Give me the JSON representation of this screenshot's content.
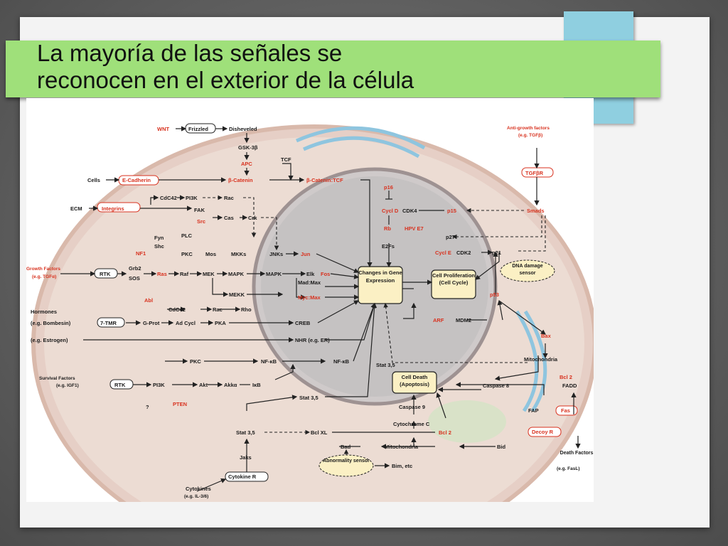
{
  "slide": {
    "title_line1": "La mayoría de las señales se",
    "title_line2": "reconocen en el exterior de la célula"
  },
  "colors": {
    "title_band": "#9fe07a",
    "accent": "#8fcfe0",
    "cell_membrane": "#e9cfc3",
    "nucleus": "#c9c9c9",
    "red_label": "#d8321f",
    "highlight_box": "#fbf0c4"
  },
  "diagram": {
    "nodes": {
      "wnt": "WNT",
      "frizzled": "Frizzled",
      "disheveled": "Disheveled",
      "gsk3b": "GSK-3β",
      "apc": "APC",
      "cells": "Cells",
      "ecadherin": "E-Cadherin",
      "bcatenin": "β-Catenin",
      "tcf": "TCF",
      "bcatenin_tcf": "β-Catenin:TCF",
      "anti_growth": "Anti-growth factors",
      "anti_growth_eg": "(e.g. TGFβ)",
      "tgfbr": "TGFβR",
      "ecm": "ECM",
      "integrins": "Integrins",
      "cdc42_top": "CdC42",
      "pi3k_top": "PI3K",
      "rac_top": "Rac",
      "fak": "FAK",
      "src": "Src",
      "cas": "Cas",
      "crk": "Crk",
      "p16": "p16",
      "cycld": "Cycl D",
      "cdk4": "CDK4",
      "p15": "p15",
      "smads": "Smads",
      "rb": "Rb",
      "hpv": "HPV E7",
      "e2fs": "E2Fs",
      "p27": "p27",
      "fyn": "Fyn",
      "shc": "Shc",
      "plc": "PLC",
      "nf1": "NF1",
      "pkc_top": "PKC",
      "mos": "Mos",
      "mkks": "MKKs",
      "jnks": "JNKs",
      "jun": "Jun",
      "cycle": "Cycl E",
      "cdk2": "CDK2",
      "p21": "p21",
      "growth_factors": "Growth Factors",
      "growth_eg": "(e.g. TGFα)",
      "rtk": "RTK",
      "grb2": "Grb2",
      "sos": "SOS",
      "ras": "Ras",
      "raf": "Raf",
      "mek": "MEK",
      "mapk1": "MAPK",
      "mapk2": "MAPK",
      "elk": "Elk",
      "fos": "Fos",
      "mad_max": "Mad:Max",
      "myc_max": "Myc:Max",
      "mekk": "MEKK",
      "changes": "Changes in Gene Expression",
      "cell_prolif": "Cell Proliferation (Cell Cycle)",
      "dna_damage": "DNA damage sensor",
      "p53": "p53",
      "abl": "Abl",
      "cdc42_mid": "CdC42",
      "rac_mid": "Rac",
      "rho": "Rho",
      "hormones": "Hormones",
      "bombesin": "(e.g. Bombesin)",
      "tmr": "7-TMR",
      "gprot": "G-Prot",
      "adcycl": "Ad Cycl",
      "pka": "PKA",
      "creb": "CREB",
      "arf": "ARF",
      "mdm2": "MDM2",
      "estrogen": "(e.g. Estrogen)",
      "nhr": "NHR (e.g. ER)",
      "bax": "Bax",
      "pkc_low": "PKC",
      "nfkb1": "NF-κB",
      "nfkb2": "NF-κB",
      "mitochondria_r": "Mitochondria",
      "survival": "Survival Factors",
      "igf1": "(e.g. IGF1)",
      "rtk2": "RTK",
      "pi3k_low": "PI3K",
      "akt": "Akt",
      "akka": "Akkα",
      "ikb": "IκB",
      "stat35_top": "Stat 3,5",
      "bcl2_r": "Bcl 2",
      "cell_death": "Cell Death (Apoptosis)",
      "caspase8": "Caspase 8",
      "fadd": "FADD",
      "question": "?",
      "pten": "PTEN",
      "stat35_mid": "Stat 3,5",
      "caspase9": "Caspase 9",
      "fap": "FAP",
      "fas": "Fas",
      "cytochrome": "Cytochrome C",
      "stat35_low": "Stat 3,5",
      "bclxl": "Bcl XL",
      "bcl2_low": "Bcl 2",
      "decoy": "Decoy R",
      "bad": "Bad",
      "mitochondria_low": "Mitochondria",
      "bid": "Bid",
      "death_factors": "Death Factors",
      "fasl": "(e.g. FasL)",
      "jaks": "Jaks",
      "abnormality": "Abnormality sensor",
      "bim": "Bim, etc",
      "cytokine_r": "Cytokine R",
      "cytokines": "Cytokines",
      "il3": "(e.g. IL-3/6)"
    }
  }
}
